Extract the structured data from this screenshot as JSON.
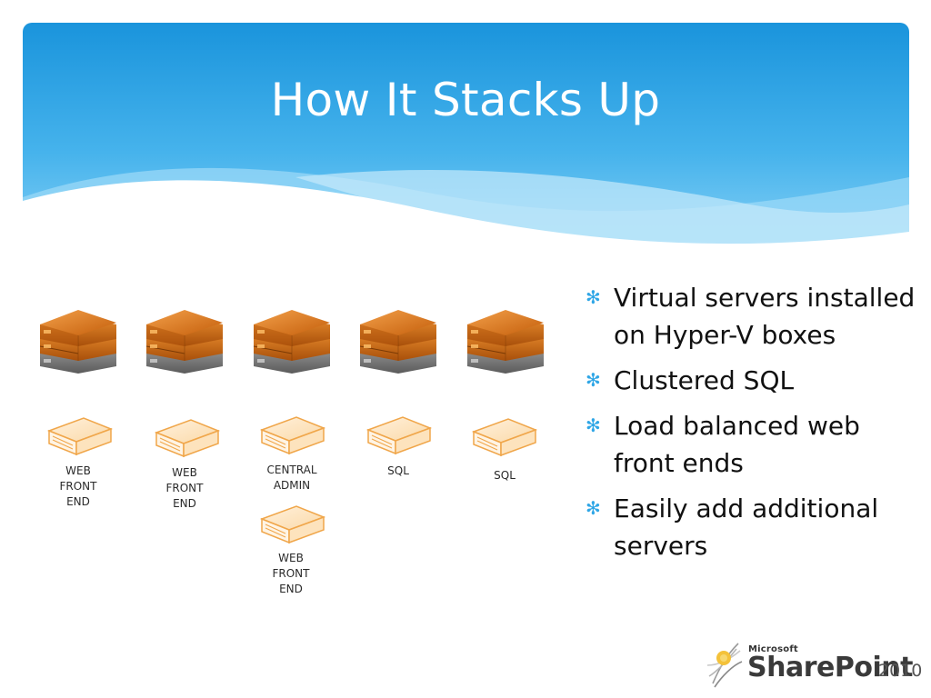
{
  "slide": {
    "title": "How It Stacks Up"
  },
  "hosts": [
    {
      "label": "WEB FRONT END",
      "lines": [
        "WEB",
        "FRONT",
        "END"
      ]
    },
    {
      "label": "WEB FRONT END",
      "lines": [
        "WEB",
        "FRONT",
        "END"
      ]
    },
    {
      "label": "CENTRAL ADMIN",
      "lines": [
        "CENTRAL",
        "ADMIN"
      ]
    },
    {
      "label": "SQL",
      "lines": [
        "SQL"
      ]
    },
    {
      "label": "SQL",
      "lines": [
        "SQL"
      ]
    },
    {
      "label": "WEB FRONT END",
      "lines": [
        "WEB",
        "FRONT",
        "END"
      ]
    }
  ],
  "bullets": [
    "Virtual servers installed on Hyper-V boxes",
    "Clustered SQL",
    "Load balanced web front ends",
    "Easily add additional servers"
  ],
  "logo": {
    "company": "Microsoft",
    "product": "SharePoint",
    "version": "2010"
  },
  "colors": {
    "header_blue": "#1e9de0",
    "header_light": "#6ec8f3",
    "bullet": "#2fa6e6",
    "server_orange": "#c8660f",
    "virtual_server_outline": "#f0a64a"
  },
  "icons": {
    "bullet": "asterisk-bullet-icon",
    "physical_server": "physical-server-stack-icon",
    "virtual_server": "virtual-server-outline-icon",
    "logo": "sharepoint-logo-icon"
  }
}
